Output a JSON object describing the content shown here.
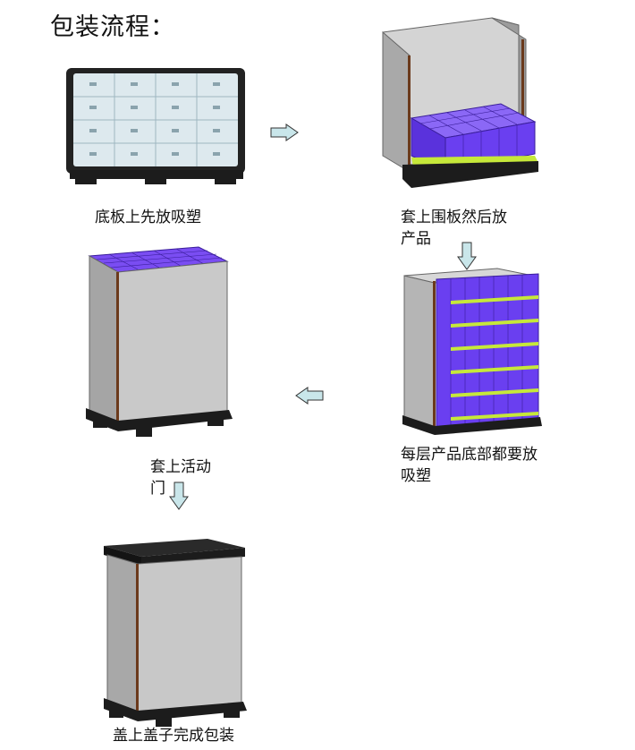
{
  "title": "包装流程：",
  "steps": [
    {
      "label": "底板上先放吸塑"
    },
    {
      "label_line1": "套上围板然后放",
      "label_line2": "产品"
    },
    {
      "label_line1": "每层产品底部都要放",
      "label_line2": "吸塑"
    },
    {
      "label_line1": "套上活动",
      "label_line2": "门"
    },
    {
      "label": "盖上盖子完成包装"
    }
  ],
  "colors": {
    "product": "#6a3ff0",
    "panel": "#b8b8b8",
    "pallet": "#1c1c1c",
    "arrow": "#c9e6ea",
    "strip": "#c6e83a",
    "seam": "#6b3a1c"
  },
  "icons": [
    "right-arrow-icon",
    "down-arrow-icon",
    "left-arrow-icon",
    "down-arrow-icon"
  ]
}
